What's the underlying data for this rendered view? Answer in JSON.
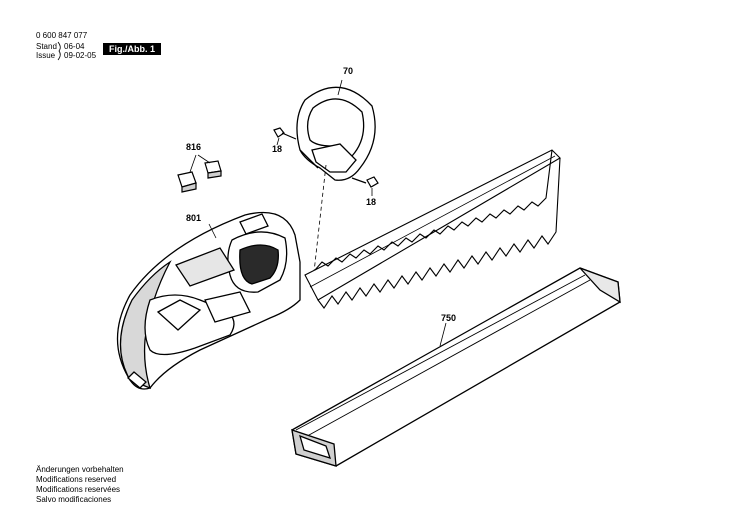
{
  "header": {
    "part_number": "0 600 847 077",
    "stand_label": "Stand",
    "stand_value": "06-04",
    "issue_label": "Issue",
    "issue_value": "09-02-05",
    "figure_label": "Fig./Abb. 1"
  },
  "callouts": {
    "handguard": "70",
    "screw_left": "18",
    "screw_right": "18",
    "switch_parts": "816",
    "housing": "801",
    "blade_cover": "750"
  },
  "footer_notes": [
    "Änderungen vorbehalten",
    "Modifications reserved",
    "Modifications reservées",
    "Salvo modificaciones"
  ]
}
